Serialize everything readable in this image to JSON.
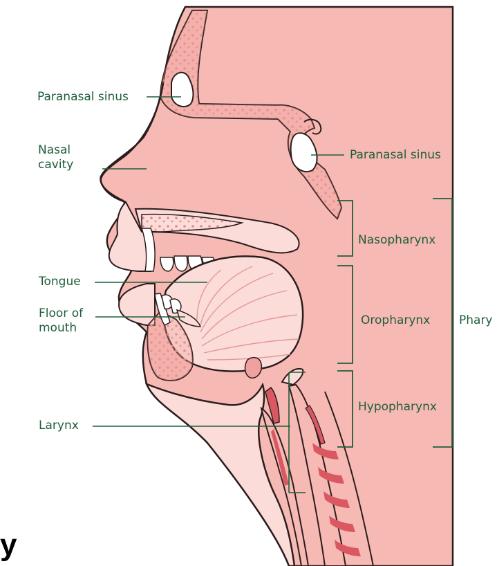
{
  "colors": {
    "tissue": "#f6b9b3",
    "tissue_light": "#fbdcd8",
    "outline": "#2b1d1d",
    "label": "#1f5e3b",
    "bone_dots": "#e3878a",
    "vessel": "#d95862",
    "tooth": "#ffffff"
  },
  "labels": {
    "paranasal_sinus_left": "Paranasal sinus",
    "nasal_cavity": "Nasal\ncavity",
    "paranasal_sinus_right": "Paranasal sinus",
    "nasopharynx": "Nasopharynx",
    "tongue": "Tongue",
    "floor_of_mouth": "Floor of\nmouth",
    "oropharynx": "Oropharynx",
    "pharynx": "Phary",
    "hypopharynx": "Hypopharynx",
    "larynx": "Larynx"
  },
  "caption_fragment": "y"
}
